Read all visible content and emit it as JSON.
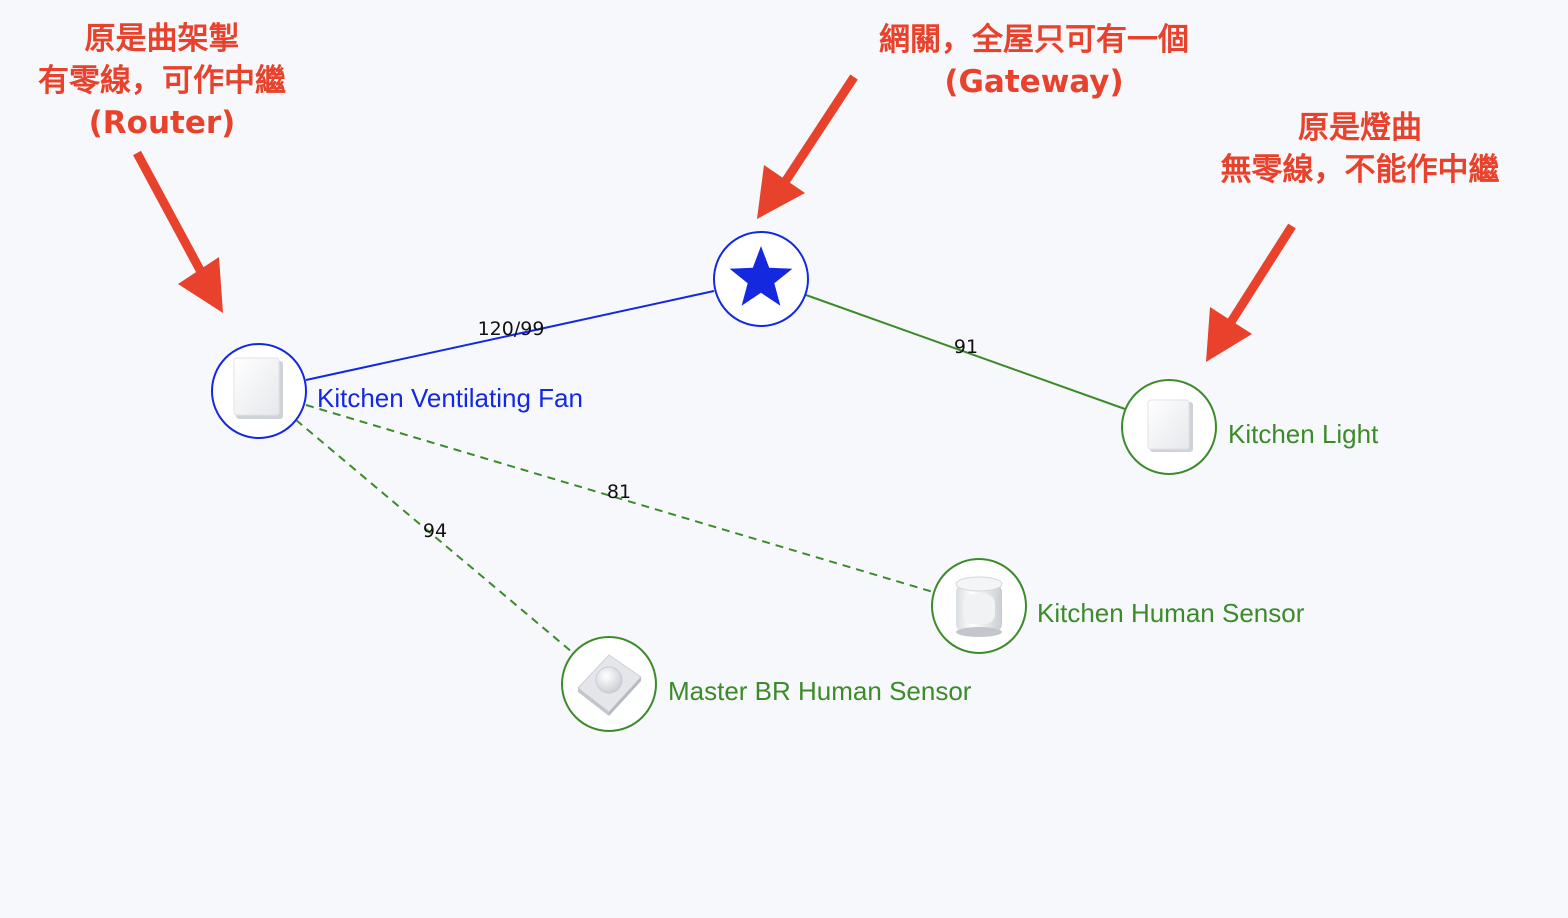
{
  "colors": {
    "gateway": "#1428e0",
    "router": "#1428e0",
    "end_device": "#3d8a2a",
    "annotation": "#e8422d",
    "background": "#f7f8fb"
  },
  "annotations": {
    "router": {
      "lines": [
        "原是曲架掣",
        "有零線，可作中繼",
        "(Router)"
      ]
    },
    "gateway": {
      "lines": [
        "網關，全屋只可有一個",
        "(Gateway)"
      ]
    },
    "end_device": {
      "lines": [
        "原是燈曲",
        "無零線，不能作中繼"
      ]
    }
  },
  "nodes": {
    "gateway": {
      "icon": "star-icon",
      "role": "gateway"
    },
    "fan": {
      "label": "Kitchen Ventilating Fan",
      "icon": "wall-switch-icon",
      "role": "router"
    },
    "light": {
      "label": "Kitchen Light",
      "icon": "wall-switch-icon",
      "role": "end_device"
    },
    "kitchen_sensor": {
      "label": "Kitchen Human Sensor",
      "icon": "motion-sensor-icon",
      "role": "end_device"
    },
    "master_sensor": {
      "label": "Master BR Human Sensor",
      "icon": "motion-sensor-icon",
      "role": "end_device"
    }
  },
  "links": {
    "gateway_fan": {
      "label": "120/99",
      "style": "solid"
    },
    "gateway_light": {
      "label": "91",
      "style": "solid"
    },
    "fan_kitchen_sensor": {
      "label": "81",
      "style": "dashed"
    },
    "fan_master_sensor": {
      "label": "94",
      "style": "dashed"
    }
  }
}
